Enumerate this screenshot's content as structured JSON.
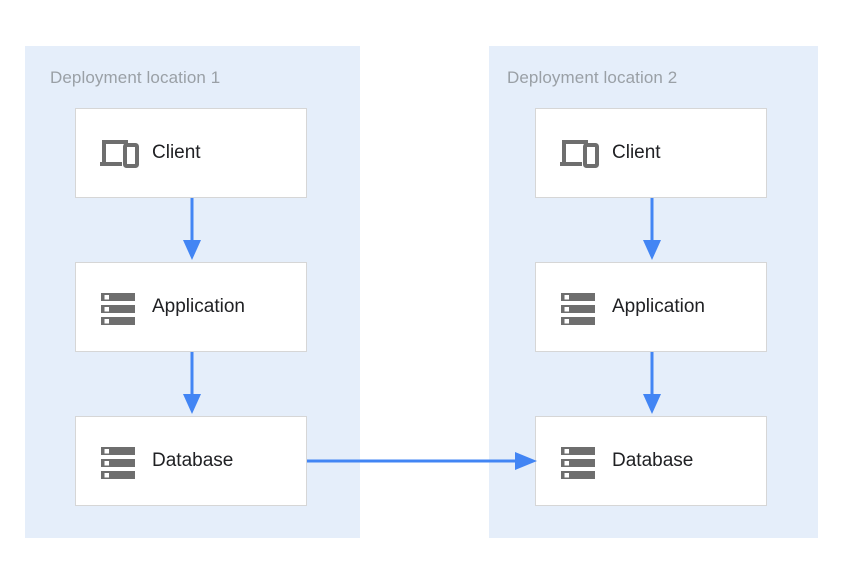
{
  "diagram": {
    "type": "deployment-architecture",
    "background_color": "#ffffff",
    "zone_color": "#e5eefa",
    "arrow_color": "#4285f4",
    "icon_color": "#6e6e6e",
    "node_border_color": "#d6d6d6",
    "label_color": "#9aa0a6",
    "zones": [
      {
        "id": "zone-1",
        "label": "Deployment location 1",
        "nodes": [
          {
            "id": "client-1",
            "label": "Client",
            "icon": "devices-icon"
          },
          {
            "id": "application-1",
            "label": "Application",
            "icon": "server-stack-icon"
          },
          {
            "id": "database-1",
            "label": "Database",
            "icon": "server-stack-icon"
          }
        ]
      },
      {
        "id": "zone-2",
        "label": "Deployment location 2",
        "nodes": [
          {
            "id": "client-2",
            "label": "Client",
            "icon": "devices-icon"
          },
          {
            "id": "application-2",
            "label": "Application",
            "icon": "server-stack-icon"
          },
          {
            "id": "database-2",
            "label": "Database",
            "icon": "server-stack-icon"
          }
        ]
      }
    ],
    "connections": [
      {
        "id": "conn-client1-app1",
        "from": "client-1",
        "to": "application-1",
        "direction": "down"
      },
      {
        "id": "conn-app1-db1",
        "from": "application-1",
        "to": "database-1",
        "direction": "down"
      },
      {
        "id": "conn-client2-app2",
        "from": "client-2",
        "to": "application-2",
        "direction": "down"
      },
      {
        "id": "conn-app2-db2",
        "from": "application-2",
        "to": "database-2",
        "direction": "down"
      },
      {
        "id": "conn-db1-db2",
        "from": "database-1",
        "to": "database-2",
        "direction": "right"
      }
    ]
  }
}
